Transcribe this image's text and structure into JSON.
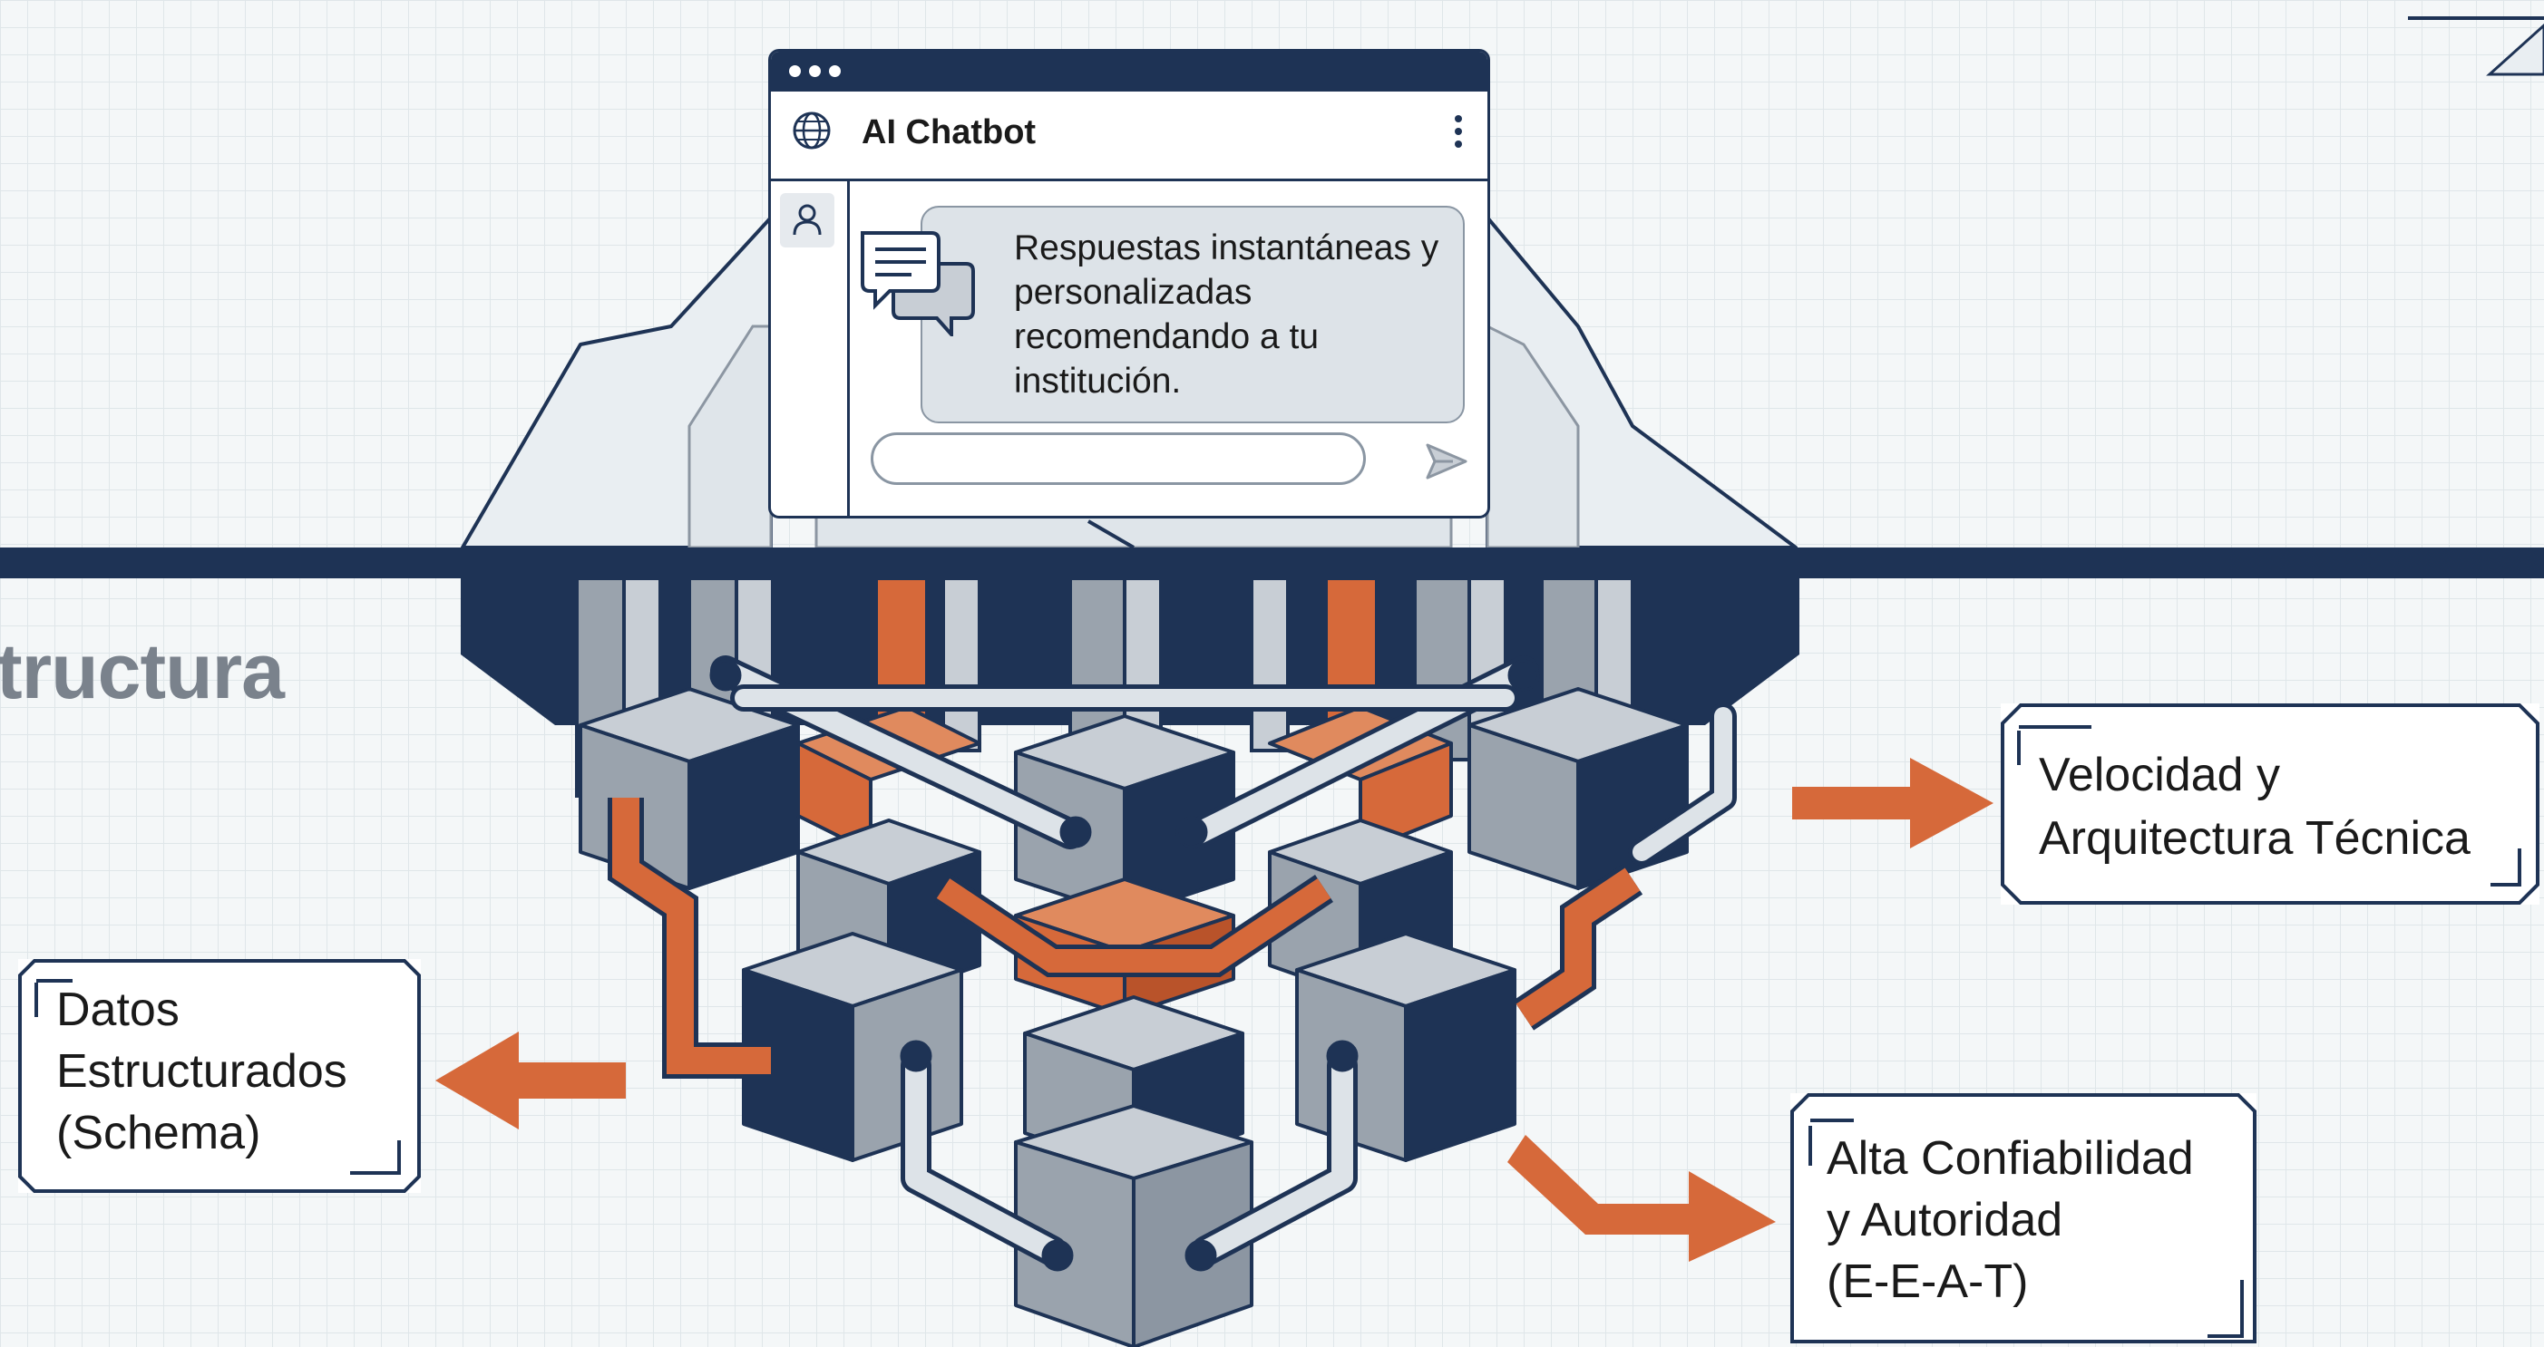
{
  "partial_title": "tructura",
  "chatbot": {
    "title": "AI Chatbot",
    "message": "Respuestas instantáneas y personalizadas recomendando a tu institución.",
    "input_value": "",
    "icons": [
      "globe-icon",
      "more-vertical-icon",
      "user-icon",
      "chat-bubbles-icon",
      "send-icon"
    ]
  },
  "callouts": {
    "left": "Datos\nEstructurados\n(Schema)",
    "top_right": "Velocidad y\nArquitectura Técnica",
    "bottom_right": "Alta Confiabilidad\ny Autoridad\n(E-E-A-T)"
  },
  "colors": {
    "navy": "#1e3355",
    "orange": "#d6693a",
    "gray": "#8c96a2",
    "light_gray": "#e3e8ec"
  }
}
